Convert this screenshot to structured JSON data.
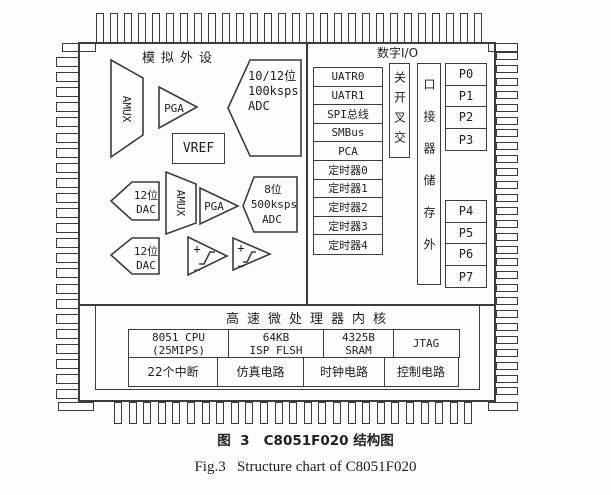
{
  "figure": {
    "caption_cn": "图  3   C8051F020 结构图",
    "caption_en": "Fig.3   Structure chart of C8051F020"
  },
  "colors": {
    "line": "#3c3c3c",
    "background": "#fdfdfd"
  },
  "chip": {
    "analog": {
      "title": "模拟外设",
      "amux": "AMUX",
      "pga": "PGA",
      "adc12": {
        "l1": "10/12位",
        "l2": "100ksps",
        "l3": "ADC"
      },
      "vref": "VREF",
      "dac": {
        "l1": "12位",
        "l2": "DAC"
      },
      "adc8": {
        "l1": "8位",
        "l2": "500ksps",
        "l3": "ADC"
      },
      "comp": {
        "plus": "+",
        "minus": "−"
      }
    },
    "digital": {
      "title": "数字I/O",
      "peripherals": [
        "UATR0",
        "UATR1",
        "SPI总线",
        "SMBus",
        "PCA",
        "定时器0",
        "定时器1",
        "定时器2",
        "定时器3",
        "定时器4"
      ],
      "crossbar_vertical": "关开叉交",
      "extmem_vertical": "口接器储存外",
      "ports_upper": [
        "P0",
        "P1",
        "P2",
        "P3"
      ],
      "ports_lower": [
        "P4",
        "P5",
        "P6",
        "P7"
      ]
    },
    "core": {
      "title": "高速微处理器内核",
      "row1": [
        [
          "8051 CPU",
          "(25MIPS)"
        ],
        [
          "64KB",
          "ISP FLSH"
        ],
        [
          "4325B",
          "SRAM"
        ],
        [
          "JTAG"
        ]
      ],
      "row2": [
        "22个中断",
        "仿真电路",
        "时钟电路",
        "控制电路"
      ]
    }
  }
}
